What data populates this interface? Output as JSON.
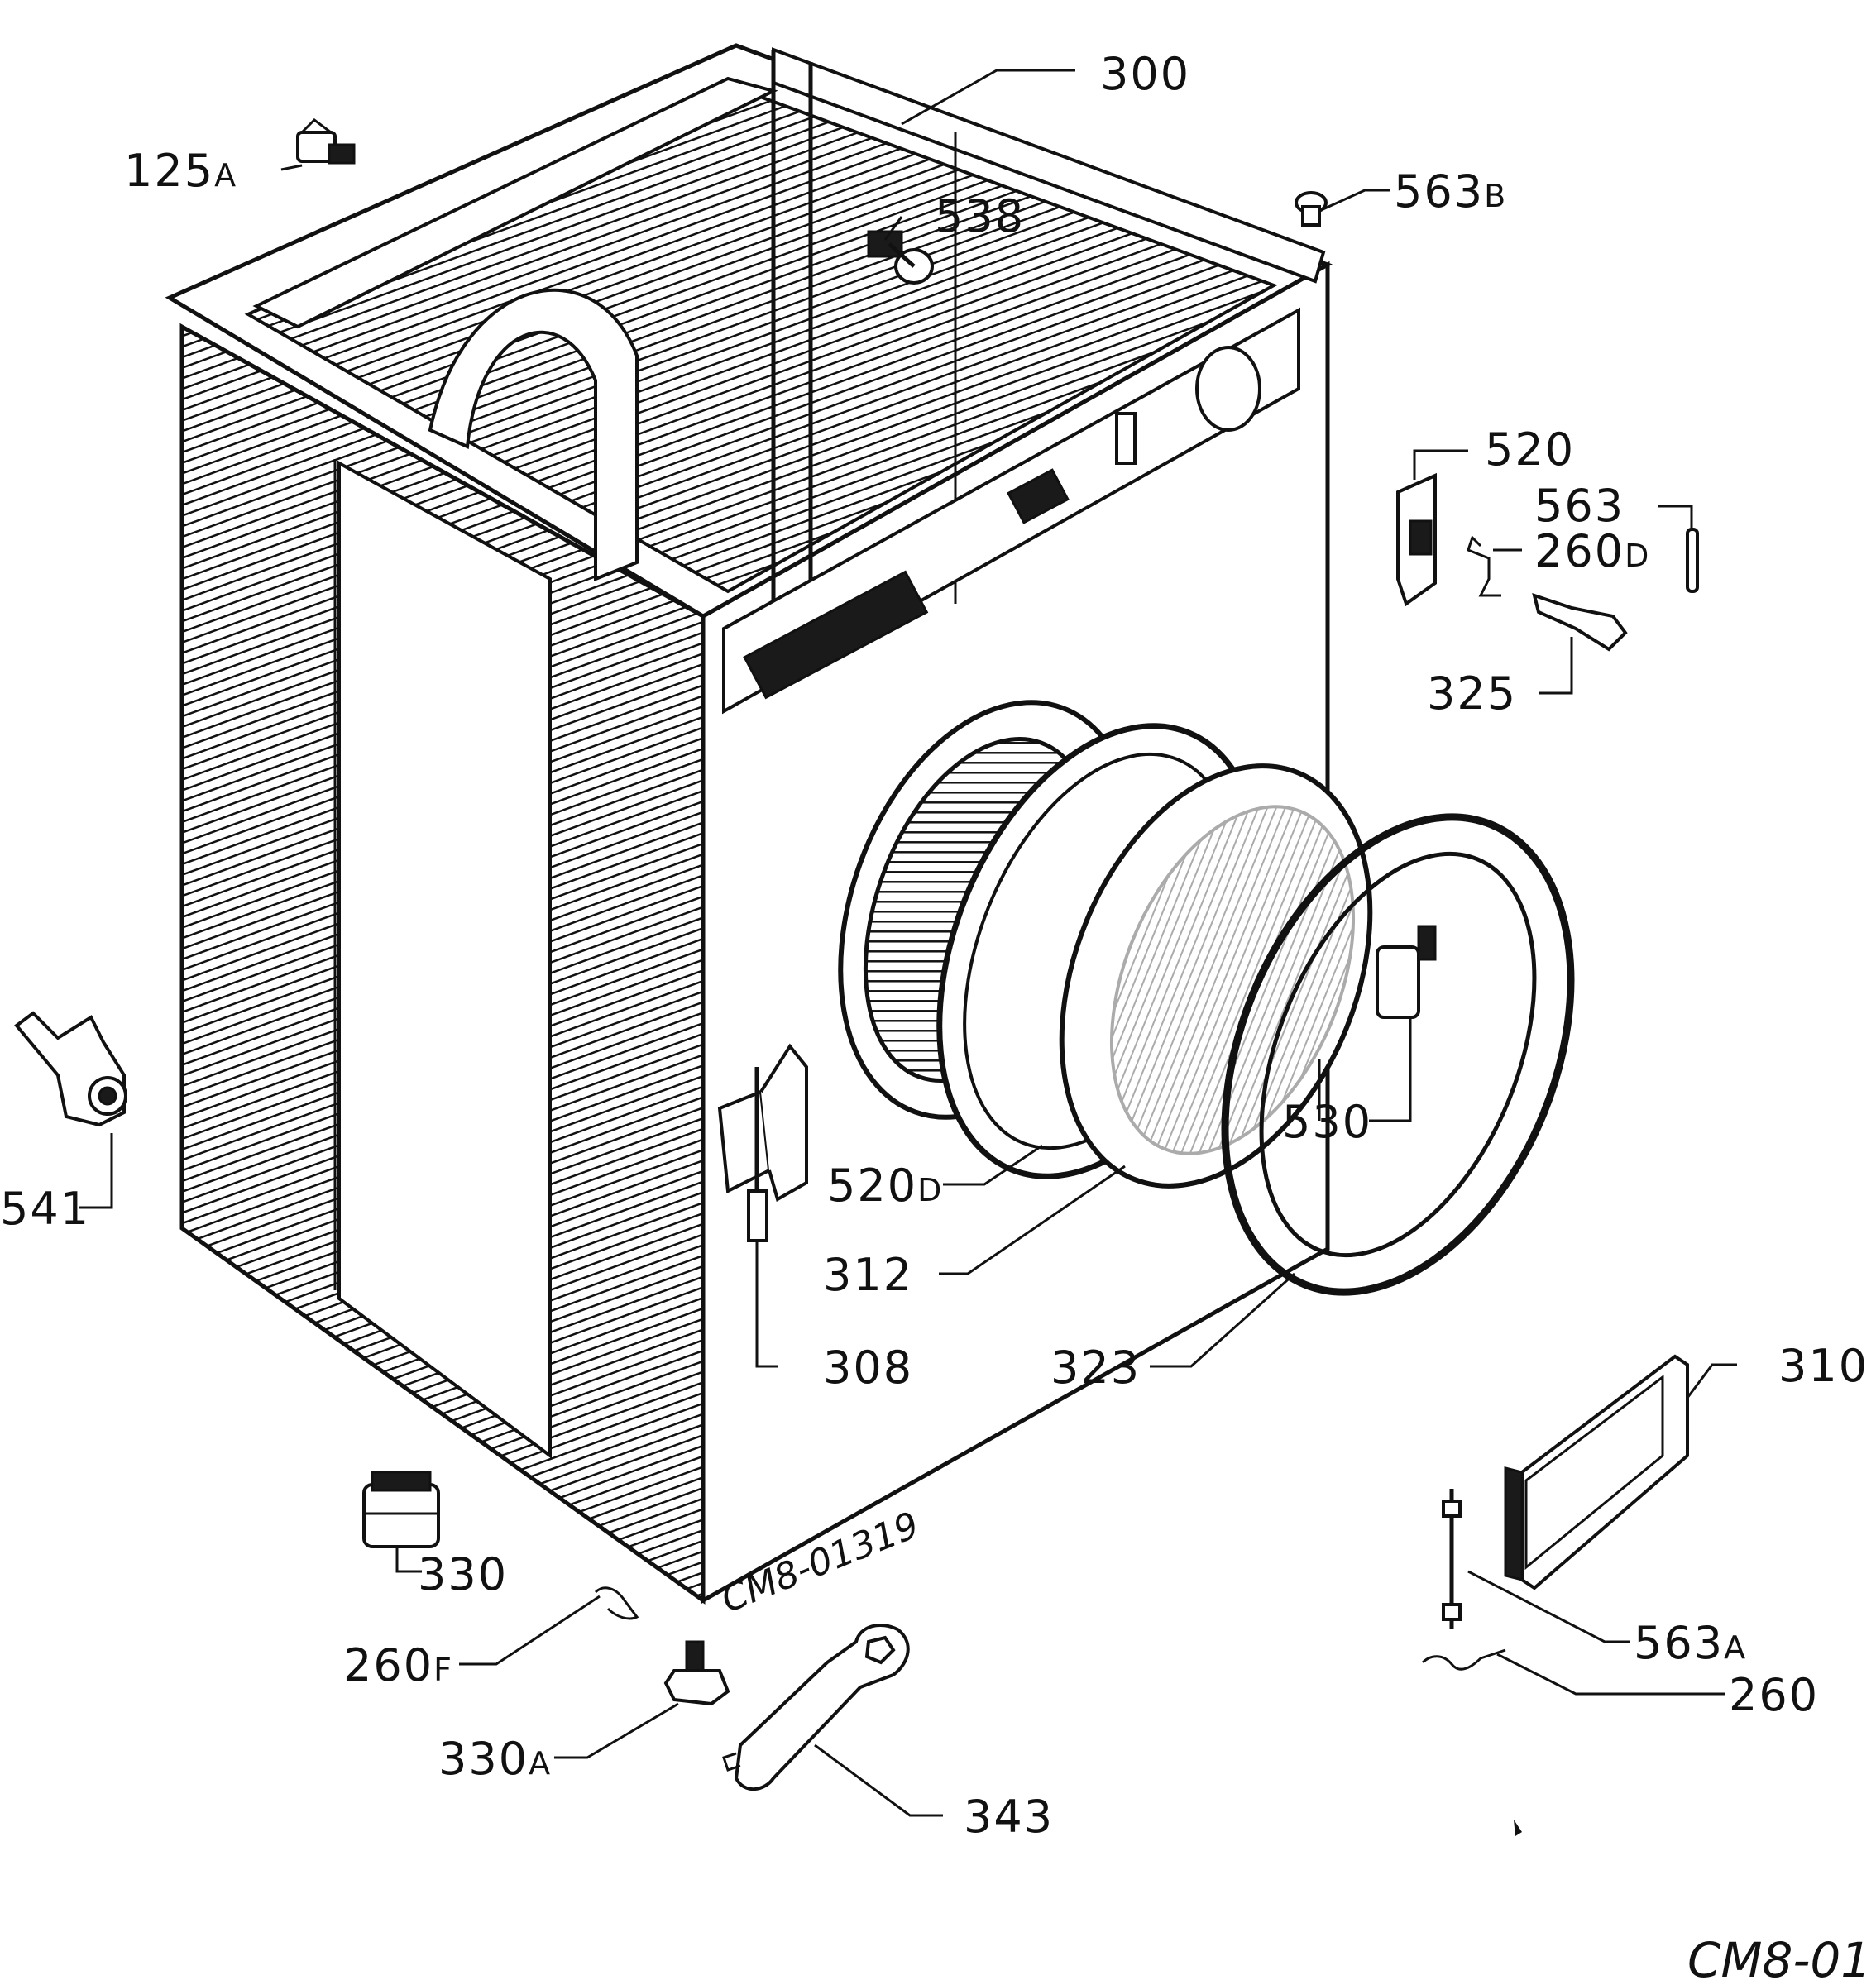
{
  "diagram": {
    "callouts": [
      {
        "id": "300",
        "num": "300",
        "suffix": ""
      },
      {
        "id": "125a",
        "num": "125",
        "suffix": "A"
      },
      {
        "id": "538",
        "num": "538",
        "suffix": ""
      },
      {
        "id": "563b",
        "num": "563",
        "suffix": "B"
      },
      {
        "id": "520",
        "num": "520",
        "suffix": ""
      },
      {
        "id": "563",
        "num": "563",
        "suffix": ""
      },
      {
        "id": "260d",
        "num": "260",
        "suffix": "D"
      },
      {
        "id": "325",
        "num": "325",
        "suffix": ""
      },
      {
        "id": "530",
        "num": "530",
        "suffix": ""
      },
      {
        "id": "541",
        "num": "541",
        "suffix": ""
      },
      {
        "id": "520d",
        "num": "520",
        "suffix": "D"
      },
      {
        "id": "312",
        "num": "312",
        "suffix": ""
      },
      {
        "id": "308",
        "num": "308",
        "suffix": ""
      },
      {
        "id": "323",
        "num": "323",
        "suffix": ""
      },
      {
        "id": "310",
        "num": "310",
        "suffix": ""
      },
      {
        "id": "330",
        "num": "330",
        "suffix": ""
      },
      {
        "id": "260f",
        "num": "260",
        "suffix": "F"
      },
      {
        "id": "330a",
        "num": "330",
        "suffix": "A"
      },
      {
        "id": "343",
        "num": "343",
        "suffix": ""
      },
      {
        "id": "563a",
        "num": "563",
        "suffix": "A"
      },
      {
        "id": "260",
        "num": "260",
        "suffix": ""
      }
    ],
    "drawing_reference": "CM8-01319",
    "sheet_code": "CM8-01"
  }
}
